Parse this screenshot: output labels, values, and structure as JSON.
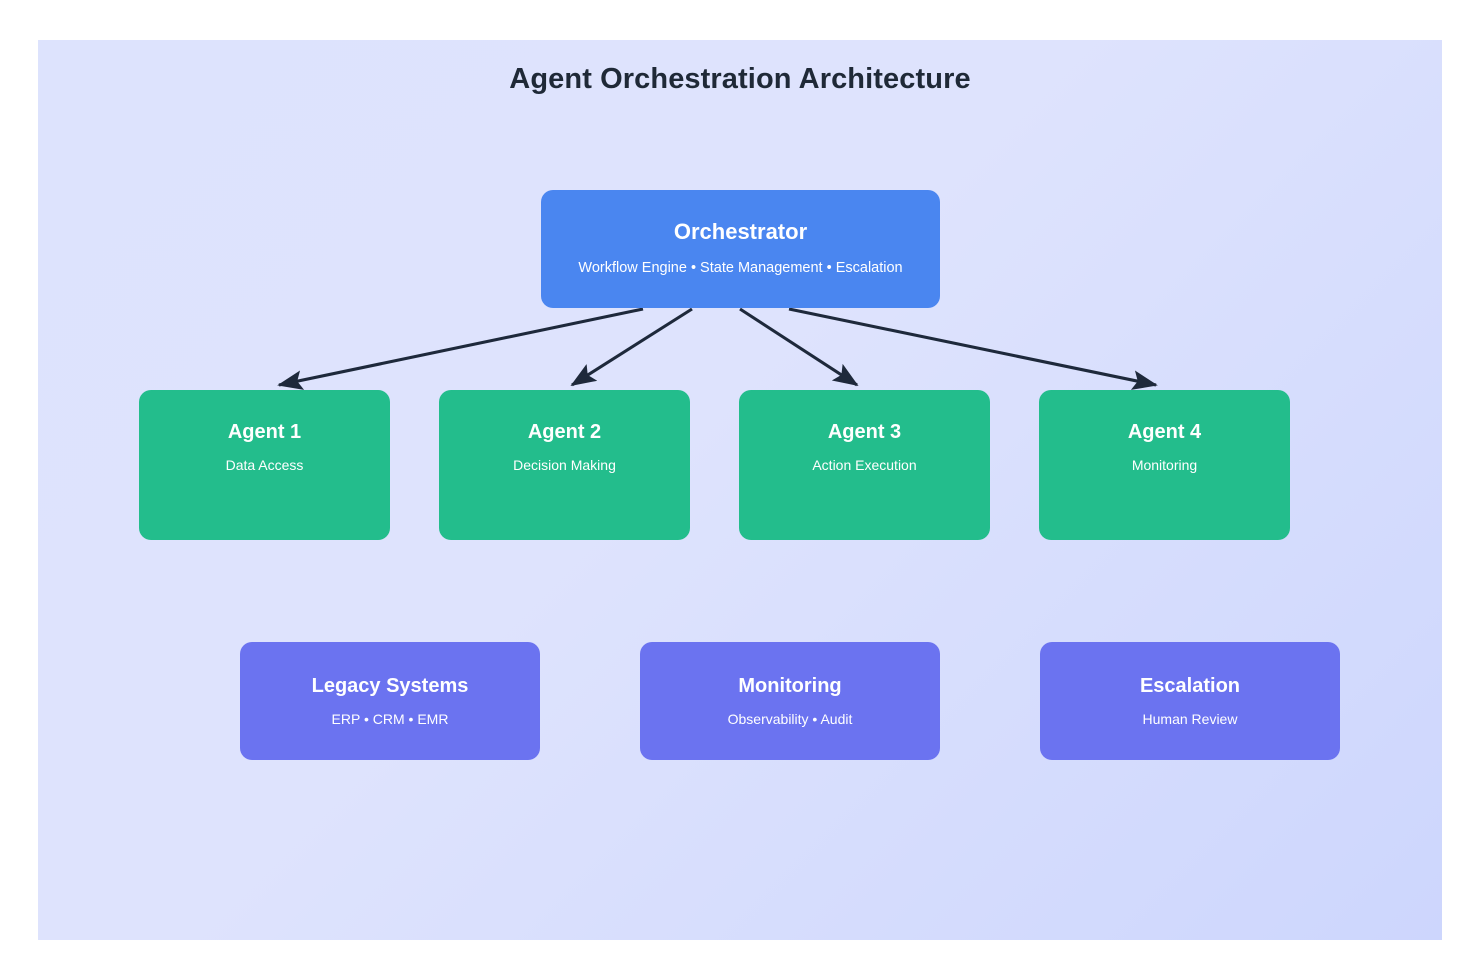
{
  "diagram": {
    "title": "Agent Orchestration Architecture",
    "colors": {
      "background": "#ffffff",
      "panel_start": "#dde3fd",
      "panel_end": "#cdd6fd",
      "orchestrator": "#4a86f0",
      "agent": "#23bd8c",
      "support": "#6b73f0",
      "connector": "#1e293b",
      "title_text": "#1f2937",
      "node_text": "#ffffff"
    },
    "orchestrator": {
      "title": "Orchestrator",
      "subtitle": "Workflow Engine • State Management • Escalation"
    },
    "agents": [
      {
        "title": "Agent 1",
        "subtitle": "Data Access"
      },
      {
        "title": "Agent 2",
        "subtitle": "Decision Making"
      },
      {
        "title": "Agent 3",
        "subtitle": "Action Execution"
      },
      {
        "title": "Agent 4",
        "subtitle": "Monitoring"
      }
    ],
    "support": [
      {
        "title": "Legacy Systems",
        "subtitle": "ERP • CRM • EMR"
      },
      {
        "title": "Monitoring",
        "subtitle": "Observability • Audit"
      },
      {
        "title": "Escalation",
        "subtitle": "Human Review"
      }
    ],
    "connectors": [
      {
        "from": "Orchestrator",
        "to": "Agent 1"
      },
      {
        "from": "Orchestrator",
        "to": "Agent 2"
      },
      {
        "from": "Orchestrator",
        "to": "Agent 3"
      },
      {
        "from": "Orchestrator",
        "to": "Agent 4"
      }
    ]
  }
}
